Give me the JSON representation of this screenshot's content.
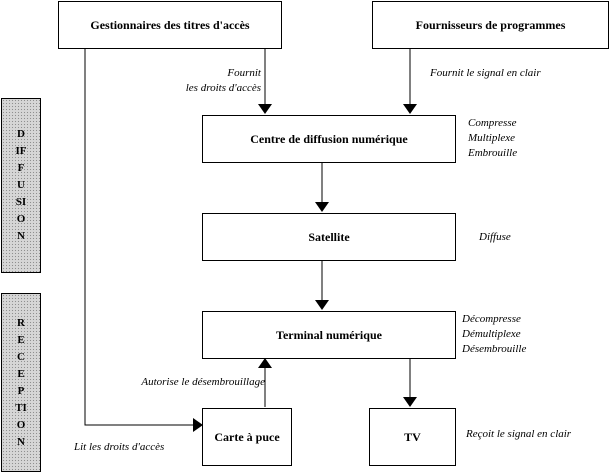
{
  "bands": {
    "diffusion": "DIFFUSION",
    "reception": "RECEPTION"
  },
  "boxes": {
    "gestionnaires": "Gestionnaires des titres d'accès",
    "fournisseurs": "Fournisseurs de programmes",
    "centre": "Centre de diffusion numérique",
    "satellite": "Satellite",
    "terminal": "Terminal numérique",
    "carte": "Carte à puce",
    "tv": "TV"
  },
  "notes": {
    "fournit_droits": "Fournit\nles droits d'accès",
    "fournit_signal": "Fournit le signal en clair",
    "centre_actions": "Compresse\nMultiplexe\nEmbrouille",
    "diffuse": "Diffuse",
    "terminal_actions": "Décompresse\nDémultiplexe\nDésembrouille",
    "autorise": "Autorise le désembrouillage",
    "lit_droits": "Lit les droits d'accès",
    "recoit": "Reçoit le signal en clair"
  }
}
